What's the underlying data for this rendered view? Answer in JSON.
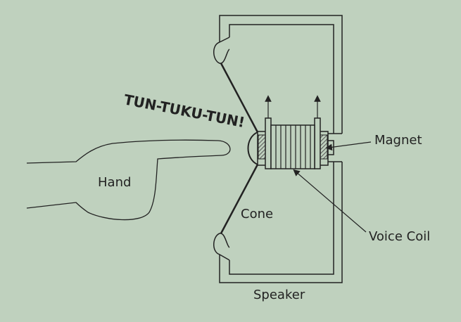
{
  "labels": {
    "sound": "TUN-TUKU-TUN!",
    "hand": "Hand",
    "cone": "Cone",
    "magnet": "Magnet",
    "voice_coil": "Voice Coil",
    "speaker": "Speaker"
  },
  "colors": {
    "background": "#bfd1be",
    "line": "#222222",
    "hatch": "#555555"
  }
}
